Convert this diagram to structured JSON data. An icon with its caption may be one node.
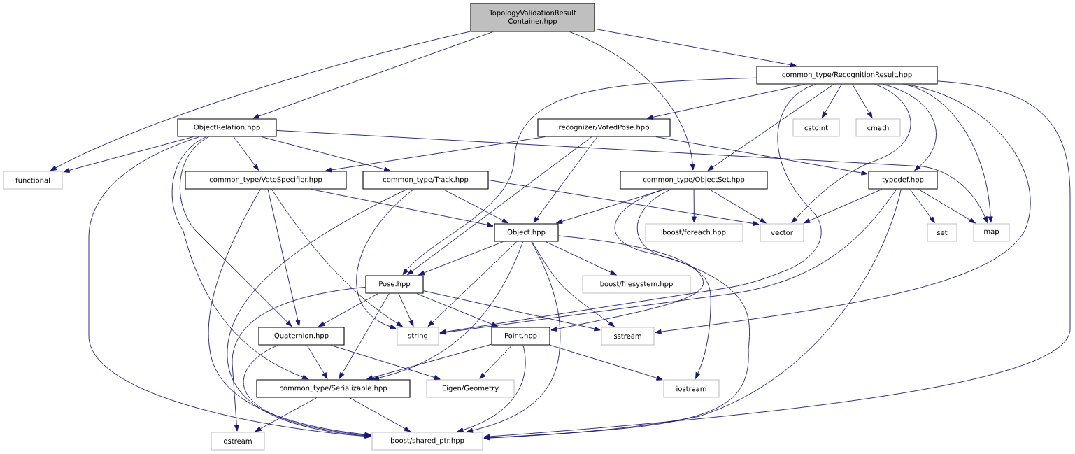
{
  "diagram": {
    "nodes": [
      {
        "text": [
          "TopologyValidationResult Container.hpp"
        ]
      },
      {
        "text": [
          "common_type/RecognitionResult.hpp"
        ]
      },
      {
        "text": [
          "ObjectRelation.hpp"
        ]
      },
      {
        "text": [
          "recognizer/VotedPose.hpp"
        ]
      },
      {
        "text": [
          "cstdint"
        ]
      },
      {
        "text": [
          "cmath"
        ]
      },
      {
        "text": [
          "functional"
        ]
      },
      {
        "text": [
          "common_type/VoteSpecifier.hpp"
        ]
      },
      {
        "text": [
          "common_type/Track.hpp"
        ]
      },
      {
        "text": [
          "common_type/ObjectSet.hpp"
        ]
      },
      {
        "text": [
          "typedef.hpp"
        ]
      },
      {
        "text": [
          "Object.hpp"
        ]
      },
      {
        "text": [
          "boost/foreach.hpp"
        ]
      },
      {
        "text": [
          "vector"
        ]
      },
      {
        "text": [
          "set"
        ]
      },
      {
        "text": [
          "map"
        ]
      },
      {
        "text": [
          "Pose.hpp"
        ]
      },
      {
        "text": [
          "boost/filesystem.hpp"
        ]
      },
      {
        "text": [
          "Quaternion.hpp"
        ]
      },
      {
        "text": [
          "string"
        ]
      },
      {
        "text": [
          "Point.hpp"
        ]
      },
      {
        "text": [
          "sstream"
        ]
      },
      {
        "text": [
          "common_type/Serializable.hpp"
        ]
      },
      {
        "text": [
          "Eigen/Geometry"
        ]
      },
      {
        "text": [
          "iostream"
        ]
      },
      {
        "text": [
          "ostream"
        ]
      },
      {
        "text": [
          "boost/shared_ptr.hpp"
        ]
      }
    ],
    "edges": [
      {
        "from": 0,
        "to": 6,
        "arrow": "to"
      },
      {
        "from": 0,
        "to": 2,
        "arrow": "to"
      },
      {
        "from": 0,
        "to": 9,
        "arrow": "to"
      },
      {
        "from": 0,
        "to": 1,
        "arrow": "to"
      },
      {
        "from": 1,
        "to": 16,
        "arrow": "to"
      },
      {
        "from": 1,
        "to": 3,
        "arrow": "to"
      },
      {
        "from": 1,
        "to": 9,
        "arrow": "to"
      },
      {
        "from": 1,
        "to": 4,
        "arrow": "to"
      },
      {
        "from": 1,
        "to": 5,
        "arrow": "to"
      },
      {
        "from": 1,
        "to": 19,
        "arrow": "to"
      },
      {
        "from": 1,
        "to": 13,
        "arrow": "to"
      },
      {
        "from": 1,
        "to": 10,
        "arrow": "to"
      },
      {
        "from": 1,
        "to": 15,
        "arrow": "to"
      },
      {
        "from": 1,
        "to": 21,
        "arrow": "to"
      },
      {
        "from": 1,
        "to": 26,
        "arrow": "to"
      },
      {
        "from": 2,
        "to": 6,
        "arrow": "to"
      },
      {
        "from": 2,
        "to": 26,
        "arrow": "to"
      },
      {
        "from": 2,
        "to": 18,
        "arrow": "to"
      },
      {
        "from": 2,
        "to": 22,
        "arrow": "to"
      },
      {
        "from": 2,
        "to": 7,
        "arrow": "to"
      },
      {
        "from": 2,
        "to": 8,
        "arrow": "to"
      },
      {
        "from": 2,
        "to": 15,
        "arrow": "to"
      },
      {
        "from": 3,
        "to": 7,
        "arrow": "to"
      },
      {
        "from": 3,
        "to": 16,
        "arrow": "to"
      },
      {
        "from": 3,
        "to": 11,
        "arrow": "to"
      },
      {
        "from": 3,
        "to": 10,
        "arrow": "to"
      },
      {
        "from": 7,
        "to": 26,
        "arrow": "to"
      },
      {
        "from": 7,
        "to": 18,
        "arrow": "to"
      },
      {
        "from": 7,
        "to": 19,
        "arrow": "to"
      },
      {
        "from": 7,
        "to": 11,
        "arrow": "to"
      },
      {
        "from": 8,
        "to": 26,
        "arrow": "to"
      },
      {
        "from": 8,
        "to": 19,
        "arrow": "to"
      },
      {
        "from": 8,
        "to": 11,
        "arrow": "to"
      },
      {
        "from": 8,
        "to": 13,
        "arrow": "to"
      },
      {
        "from": 9,
        "to": 11,
        "arrow": "to"
      },
      {
        "from": 9,
        "to": 24,
        "arrow": "to"
      },
      {
        "from": 9,
        "to": 26,
        "arrow": "to"
      },
      {
        "from": 9,
        "to": 12,
        "arrow": "to"
      },
      {
        "from": 9,
        "to": 13,
        "arrow": "to"
      },
      {
        "from": 10,
        "to": 13,
        "arrow": "to"
      },
      {
        "from": 10,
        "to": 19,
        "arrow": "to"
      },
      {
        "from": 10,
        "to": 26,
        "arrow": "to"
      },
      {
        "from": 10,
        "to": 14,
        "arrow": "to"
      },
      {
        "from": 10,
        "to": 15,
        "arrow": "to"
      },
      {
        "from": 11,
        "to": 16,
        "arrow": "to"
      },
      {
        "from": 11,
        "to": 19,
        "arrow": "to"
      },
      {
        "from": 11,
        "to": 22,
        "arrow": "to"
      },
      {
        "from": 11,
        "to": 26,
        "arrow": "to"
      },
      {
        "from": 11,
        "to": 21,
        "arrow": "to"
      },
      {
        "from": 11,
        "to": 17,
        "arrow": "to"
      },
      {
        "from": 11,
        "to": 20,
        "arrow": "to"
      },
      {
        "from": 16,
        "to": 25,
        "arrow": "to"
      },
      {
        "from": 16,
        "to": 18,
        "arrow": "to"
      },
      {
        "from": 16,
        "to": 19,
        "arrow": "to"
      },
      {
        "from": 16,
        "to": 22,
        "arrow": "to"
      },
      {
        "from": 16,
        "to": 20,
        "arrow": "to"
      },
      {
        "from": 16,
        "to": 21,
        "arrow": "to"
      },
      {
        "from": 18,
        "to": 26,
        "arrow": "to"
      },
      {
        "from": 18,
        "to": 22,
        "arrow": "to"
      },
      {
        "from": 18,
        "to": 23,
        "arrow": "to"
      },
      {
        "from": 20,
        "to": 22,
        "arrow": "to"
      },
      {
        "from": 20,
        "to": 23,
        "arrow": "to"
      },
      {
        "from": 20,
        "to": 26,
        "arrow": "to"
      },
      {
        "from": 20,
        "to": 24,
        "arrow": "to"
      },
      {
        "from": 22,
        "to": 25,
        "arrow": "to"
      },
      {
        "from": 22,
        "to": 26,
        "arrow": "to"
      }
    ]
  }
}
